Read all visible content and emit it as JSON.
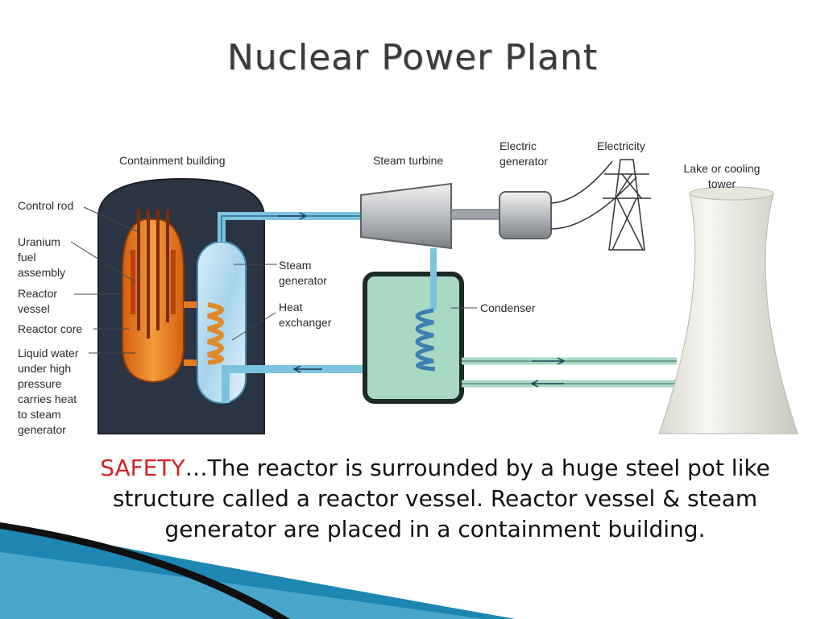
{
  "slide": {
    "title": "Nuclear Power Plant"
  },
  "labels": {
    "containment_building": "Containment building",
    "steam_turbine": "Steam turbine",
    "electric_generator_1": "Electric",
    "electric_generator_2": "generator",
    "electricity": "Electricity",
    "cooling_tower_1": "Lake or cooling",
    "cooling_tower_2": "tower",
    "control_rod": "Control rod",
    "uranium_1": "Uranium",
    "uranium_2": "fuel",
    "uranium_3": "assembly",
    "reactor_vessel_1": "Reactor",
    "reactor_vessel_2": "vessel",
    "reactor_core": "Reactor core",
    "liquid_water_1": "Liquid water",
    "liquid_water_2": "under high",
    "liquid_water_3": "pressure",
    "liquid_water_4": "carries heat",
    "liquid_water_5": "to steam",
    "liquid_water_6": "generator",
    "steam_generator_1": "Steam",
    "steam_generator_2": "generator",
    "heat_exchanger_1": "Heat",
    "heat_exchanger_2": "exchanger",
    "condenser": "Condenser"
  },
  "caption": {
    "keyword": "SAFETY",
    "text": "…The reactor is surrounded by a huge steel pot like structure called a reactor vessel. Reactor vessel & steam generator are placed in a containment building."
  },
  "colors": {
    "keyword": "#d42027",
    "containment": "#2b3442",
    "reactor": "#e8781e",
    "pipe": "#7cc3df",
    "condenser": "#a9d8c4"
  }
}
